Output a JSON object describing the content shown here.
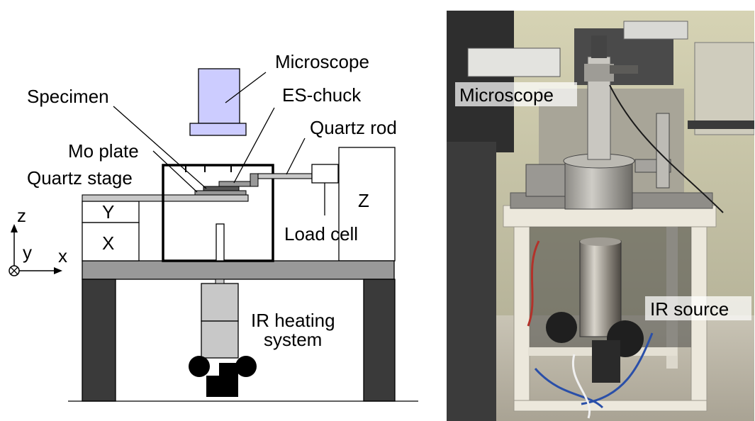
{
  "schematic": {
    "labels": {
      "microscope": "Microscope",
      "specimen": "Specimen",
      "es_chuck": "ES-chuck",
      "quartz_rod": "Quartz rod",
      "mo_plate": "Mo plate",
      "quartz_stage": "Quartz stage",
      "stage_y": "Y",
      "stage_x": "X",
      "stage_z": "Z",
      "load_cell": "Load cell",
      "ir_heating_line1": "IR heating",
      "ir_heating_line2": "system"
    },
    "axes": {
      "z": "z",
      "y": "y",
      "x": "x"
    },
    "colors": {
      "microscope_fill": "#ccccff",
      "stage_gray": "#999999",
      "leg_dark": "#3a3a3a",
      "light_gray": "#c8c8c8"
    }
  },
  "photo": {
    "labels": {
      "microscope": "Microscope",
      "ir_source": "IR source"
    }
  }
}
